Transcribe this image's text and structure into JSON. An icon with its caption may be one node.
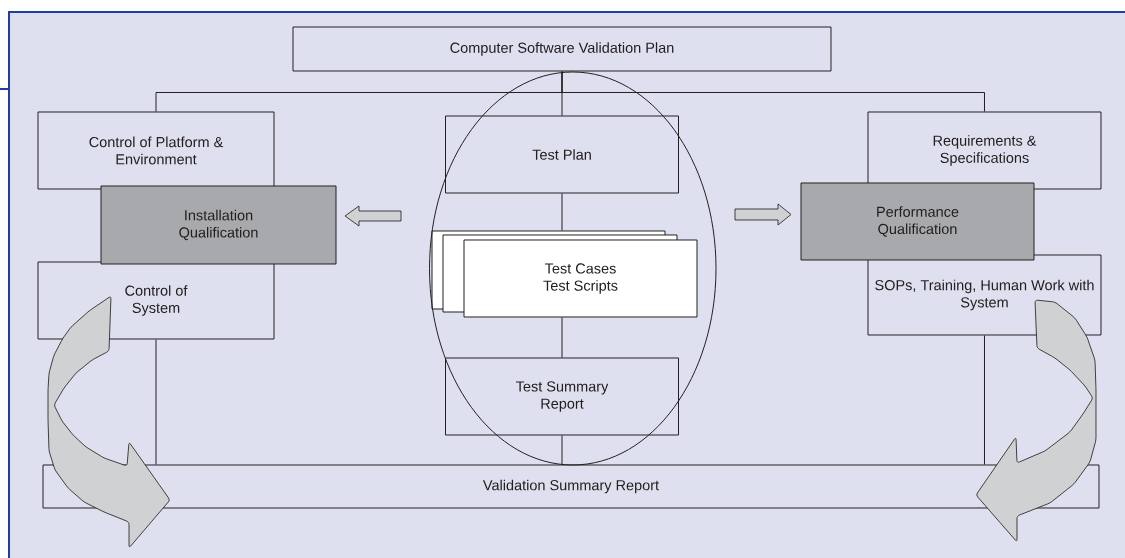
{
  "diagram": {
    "nodes": [
      {
        "text": [
          "Computer Software Validation Plan"
        ]
      },
      {
        "text": [
          "Control of Platform & Environment"
        ]
      },
      {
        "text": [
          "Installation Qualification"
        ]
      },
      {
        "text": [
          "Control of System"
        ]
      },
      {
        "text": [],
        "shape": "ellipse"
      },
      {
        "text": [
          "Test Plan"
        ],
        "in": 4
      },
      {
        "text": [
          "Test Cases Test Scripts"
        ],
        "in": 4
      },
      {
        "text": [
          "Test Summary Report"
        ],
        "in": 4
      },
      {
        "text": [
          "Requirements & Specifications"
        ]
      },
      {
        "text": [
          "Performance Qualification"
        ]
      },
      {
        "text": [
          "SOPs, Training, Human Work with System"
        ]
      },
      {
        "text": [
          "Validation Summary Report"
        ]
      }
    ],
    "edges": [
      {
        "from": 0,
        "to": 1,
        "arrow": "none"
      },
      {
        "from": 0,
        "to": 5,
        "arrow": "none"
      },
      {
        "from": 0,
        "to": 8,
        "arrow": "none"
      },
      {
        "from": 5,
        "to": 6,
        "arrow": "none"
      },
      {
        "from": 6,
        "to": 7,
        "arrow": "none"
      },
      {
        "from": 7,
        "to": 11,
        "arrow": "none"
      },
      {
        "from": 3,
        "to": 11,
        "arrow": "none"
      },
      {
        "from": 10,
        "to": 11,
        "arrow": "none"
      },
      {
        "from": 4,
        "to": 2,
        "arrow": "to"
      },
      {
        "from": 4,
        "to": 9,
        "arrow": "to"
      },
      {
        "from": 3,
        "to": 11,
        "arrow": "to"
      },
      {
        "from": 10,
        "to": 11,
        "arrow": "to"
      }
    ]
  }
}
